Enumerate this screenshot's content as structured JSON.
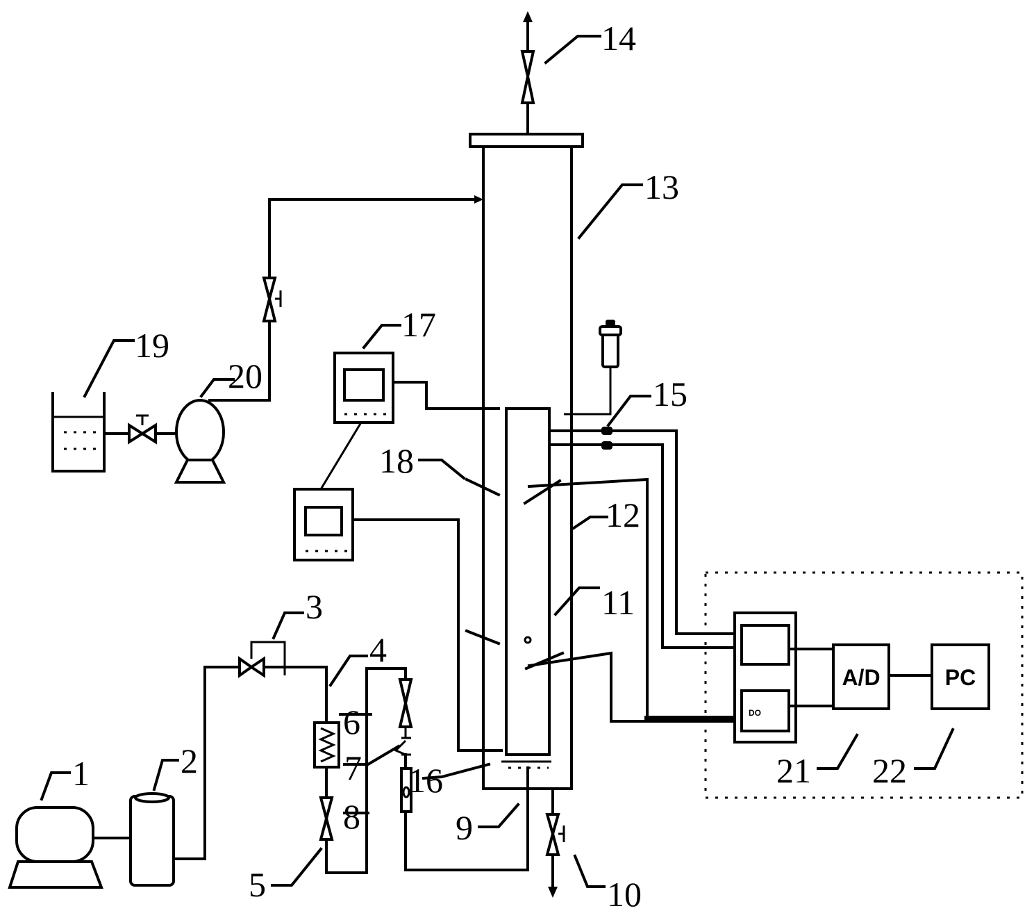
{
  "labels": {
    "n1": "1",
    "n2": "2",
    "n3": "3",
    "n4": "4",
    "n5": "5",
    "n6": "6",
    "n7": "7",
    "n8": "8",
    "n9": "9",
    "n10": "10",
    "n11": "11",
    "n12": "12",
    "n13": "13",
    "n14": "14",
    "n15": "15",
    "n16": "16",
    "n17": "17",
    "n18": "18",
    "n19": "19",
    "n20": "20",
    "n21": "21",
    "n22": "22"
  },
  "blocks": {
    "ad": "A/D",
    "pc": "PC",
    "do": "DO"
  }
}
